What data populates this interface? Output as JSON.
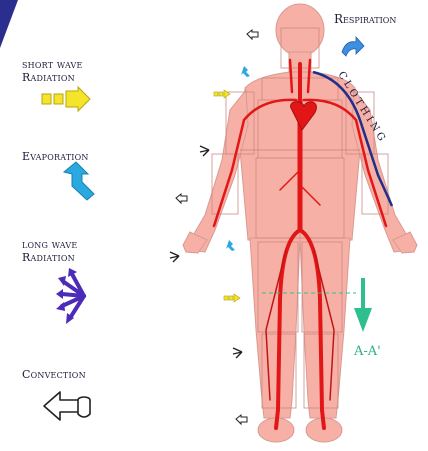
{
  "legend": {
    "short_wave_line1": "short wave",
    "short_wave_line2": "Radiation",
    "evaporation": "Evaporation",
    "long_wave_line1": "long wave",
    "long_wave_line2": "Radiation",
    "convection": "Convection"
  },
  "labels": {
    "respiration": "Respiration",
    "clothing": "CLOTHING",
    "section": "A-A'"
  },
  "icons": {
    "short_wave": "short-wave-radiation-arrow",
    "evaporation": "evaporation-arrow",
    "long_wave": "long-wave-radiation-fan",
    "convection": "convection-arrow"
  },
  "colors": {
    "corner_band": "#2a2f8f",
    "skin": "#f7b0a6",
    "blood": "#e21616",
    "clothing_line": "#1f2f8a",
    "short_wave": "#f4e52a",
    "evaporation": "#29a9e0",
    "long_wave": "#4b2bb8",
    "section_arrow": "#2fbf8f"
  }
}
